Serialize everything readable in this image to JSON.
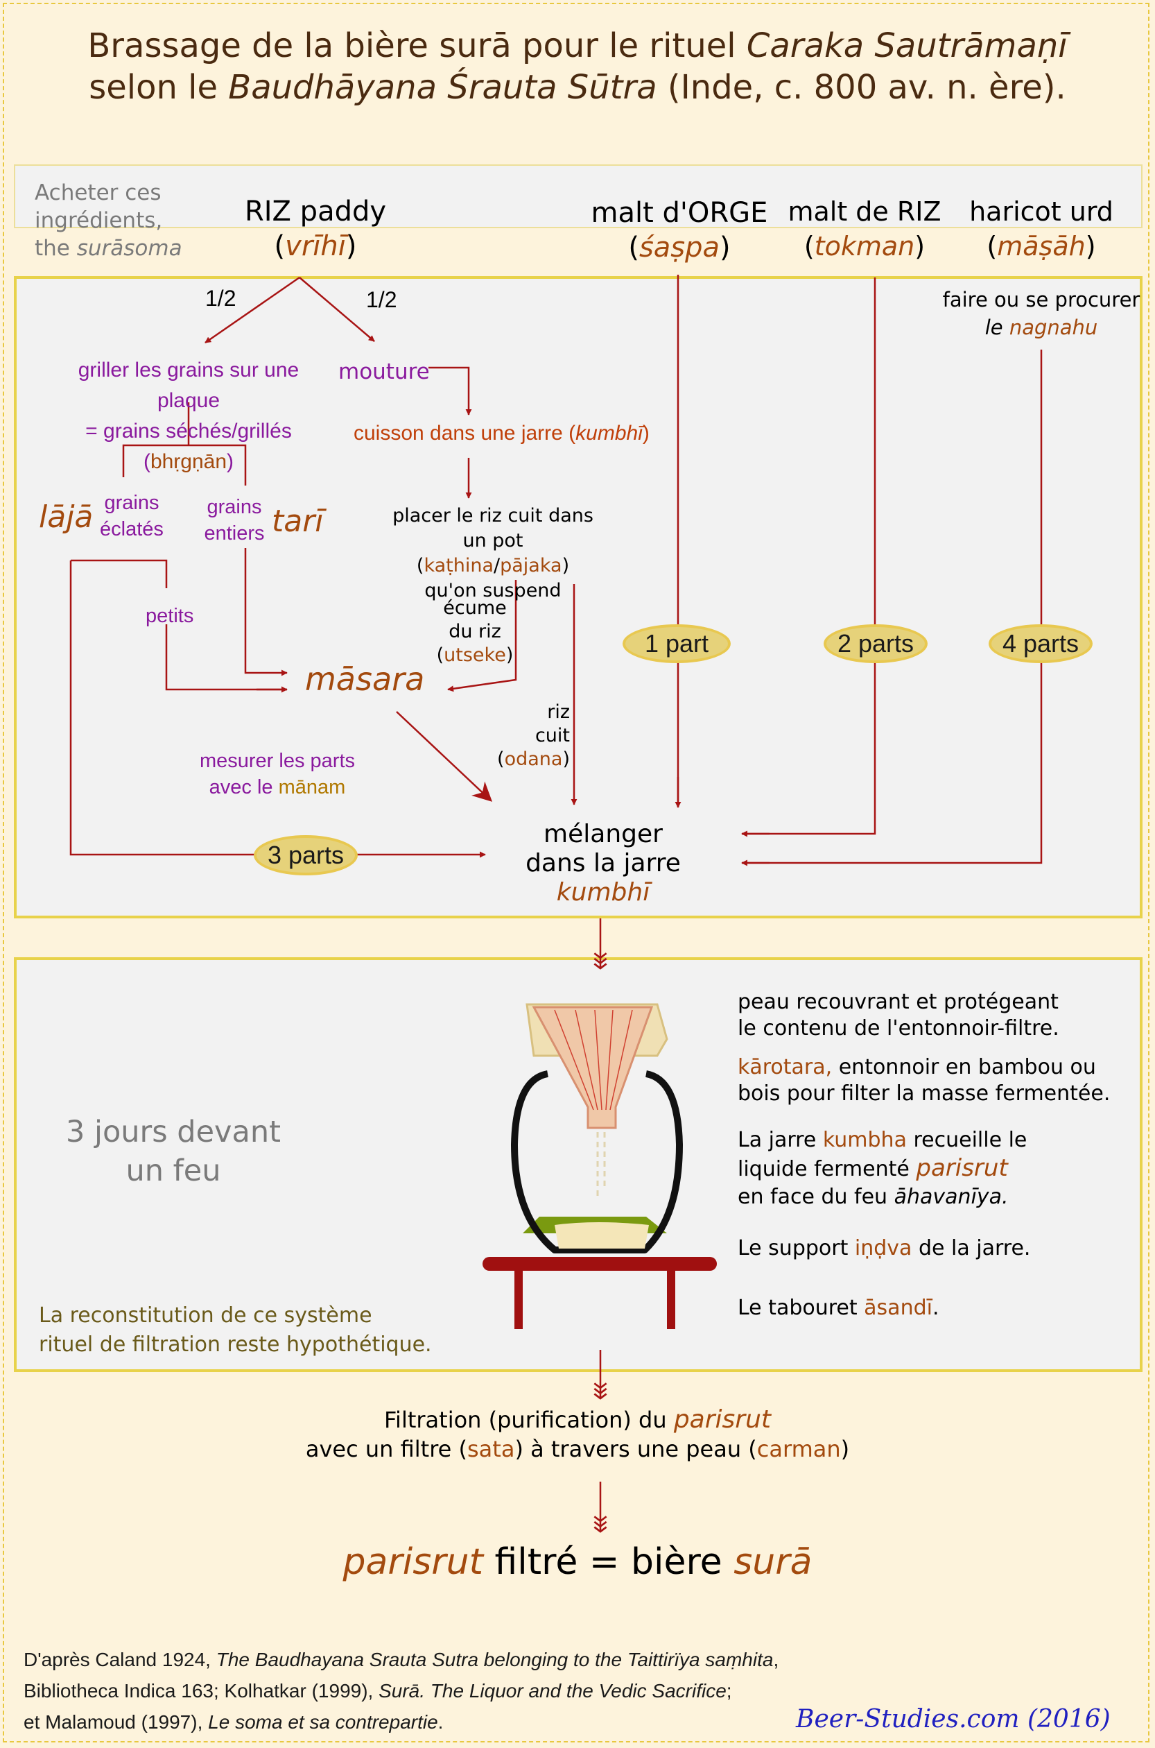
{
  "title": {
    "line1_a": "Brassage de la bière surā pour le rituel ",
    "line1_b": "Caraka Sautrāmaṇī",
    "line2_a": "selon le ",
    "line2_b": "Baudhāyana Śrauta Sūtra",
    "line2_c": " (Inde, c. 800 av. n. ère)."
  },
  "ingredients": {
    "buy_line1": "Acheter ces",
    "buy_line2": "ingrédients,",
    "buy_line3_a": "the ",
    "buy_line3_b": "surāsoma",
    "rice_name": "RIZ paddy",
    "rice_term": "vrīhī",
    "barley_name": "malt d'ORGE",
    "barley_term": "śaṣpa",
    "ricemalt_name": "malt de RIZ",
    "ricemalt_term": "tokman",
    "bean_name": "haricot urd",
    "bean_term": "māṣāh"
  },
  "process": {
    "half_left": "1/2",
    "half_right": "1/2",
    "roast_line1": "griller les grains sur une plaque",
    "roast_line2_a": "= grains séchés/grillés (",
    "roast_line2_b": "bhṛgṇān",
    "roast_line2_c": ")",
    "grind": "mouture",
    "cook_a": "cuisson dans une jarre (",
    "cook_b": "kumbhī",
    "cook_c": ")",
    "laja": "lājā",
    "burst_line1": "grains",
    "burst_line2": "éclatés",
    "whole_line1": "grains",
    "whole_line2": "entiers",
    "tari": "tarī",
    "small": "petits",
    "pot_line1": "placer le riz cuit dans",
    "pot_line2_a": "un pot (",
    "pot_line2_b": "kaṭhina",
    "pot_line2_c": "/",
    "pot_line2_d": "pājaka",
    "pot_line2_e": ")",
    "pot_line3": "qu'on suspend",
    "foam_line1": "écume",
    "foam_line2": "du riz",
    "foam_line3_a": "(",
    "foam_line3_b": "utseke",
    "foam_line3_c": ")",
    "masara": "māsara",
    "cooked_line1": "riz",
    "cooked_line2": "cuit",
    "cooked_line3_a": "(",
    "cooked_line3_b": "odana",
    "cooked_line3_c": ")",
    "nagnahu_line1": "faire ou se procurer",
    "nagnahu_line2_a": "le ",
    "nagnahu_line2_b": "nagnahu",
    "measure_line1": "mesurer les parts",
    "measure_line2_a": "avec le ",
    "measure_line2_b": "mānam",
    "part_barley": "1 part",
    "part_ricemalt": "2 parts",
    "part_bean": "4 parts",
    "part_masara": "3 parts",
    "mix_line1": "mélanger",
    "mix_line2": "dans la jarre",
    "mix_line3": "kumbhī"
  },
  "fermentation": {
    "days_line1": "3 jours devant",
    "days_line2": "un feu",
    "note_line1": "La reconstitution de ce système",
    "note_line2": "rituel de filtration reste hypothétique.",
    "skin_line1": "peau recouvrant et protégeant",
    "skin_line2": "le contenu de l'entonnoir-filtre.",
    "funnel_line1_a": "kārotara,",
    "funnel_line1_b": " entonnoir en bambou ou",
    "funnel_line2": "bois pour filter la masse fermentée.",
    "jar_line1_a": "La jarre ",
    "jar_line1_b": "kumbha",
    "jar_line1_c": " recueille le",
    "jar_line2_a": "liquide fermenté ",
    "jar_line2_b": "parisrut",
    "jar_line3_a": "en face du feu ",
    "jar_line3_b": "āhavanīya.",
    "support_a": "Le support ",
    "support_b": "iṇḍva",
    "support_c": " de la jarre.",
    "stool_a": "Le tabouret ",
    "stool_b": "āsandī",
    "stool_c": "."
  },
  "filtration": {
    "line1_a": "Filtration (purification) du ",
    "line1_b": "parisrut",
    "line2_a": "avec un filtre (",
    "line2_b": "sata",
    "line2_c": ") à travers une peau (",
    "line2_d": "carman",
    "line2_e": ")"
  },
  "result": {
    "a": "parisrut",
    "b": " filtré = bière ",
    "c": "surā"
  },
  "references": {
    "line1_a": "D'après Caland 1924, ",
    "line1_b": "The Baudhayana Srauta Sutra belonging to the Taittirïya saṃhita",
    "line1_c": ",",
    "line2_a": "Bibliotheca Indica 163; Kolhatkar (1999), ",
    "line2_b": "Surā. The Liquor and the Vedic Sacrifice",
    "line2_c": ";",
    "line3_a": "et Malamoud (1997), ",
    "line3_b": "Le soma et sa contrepartie",
    "line3_c": "."
  },
  "credit": "Beer-Studies.com (2016)",
  "colors": {
    "background": "#fdf3dc",
    "panel": "#f2f2f2",
    "panel_border": "#e8d24a",
    "arrow": "#a81414",
    "term": "#a34a0e",
    "process_text": "#8a1a9e",
    "part_ellipse": "#e6d27a",
    "stool": "#a01010",
    "support": "#7a9a10",
    "funnel": "#f0c8a8"
  }
}
